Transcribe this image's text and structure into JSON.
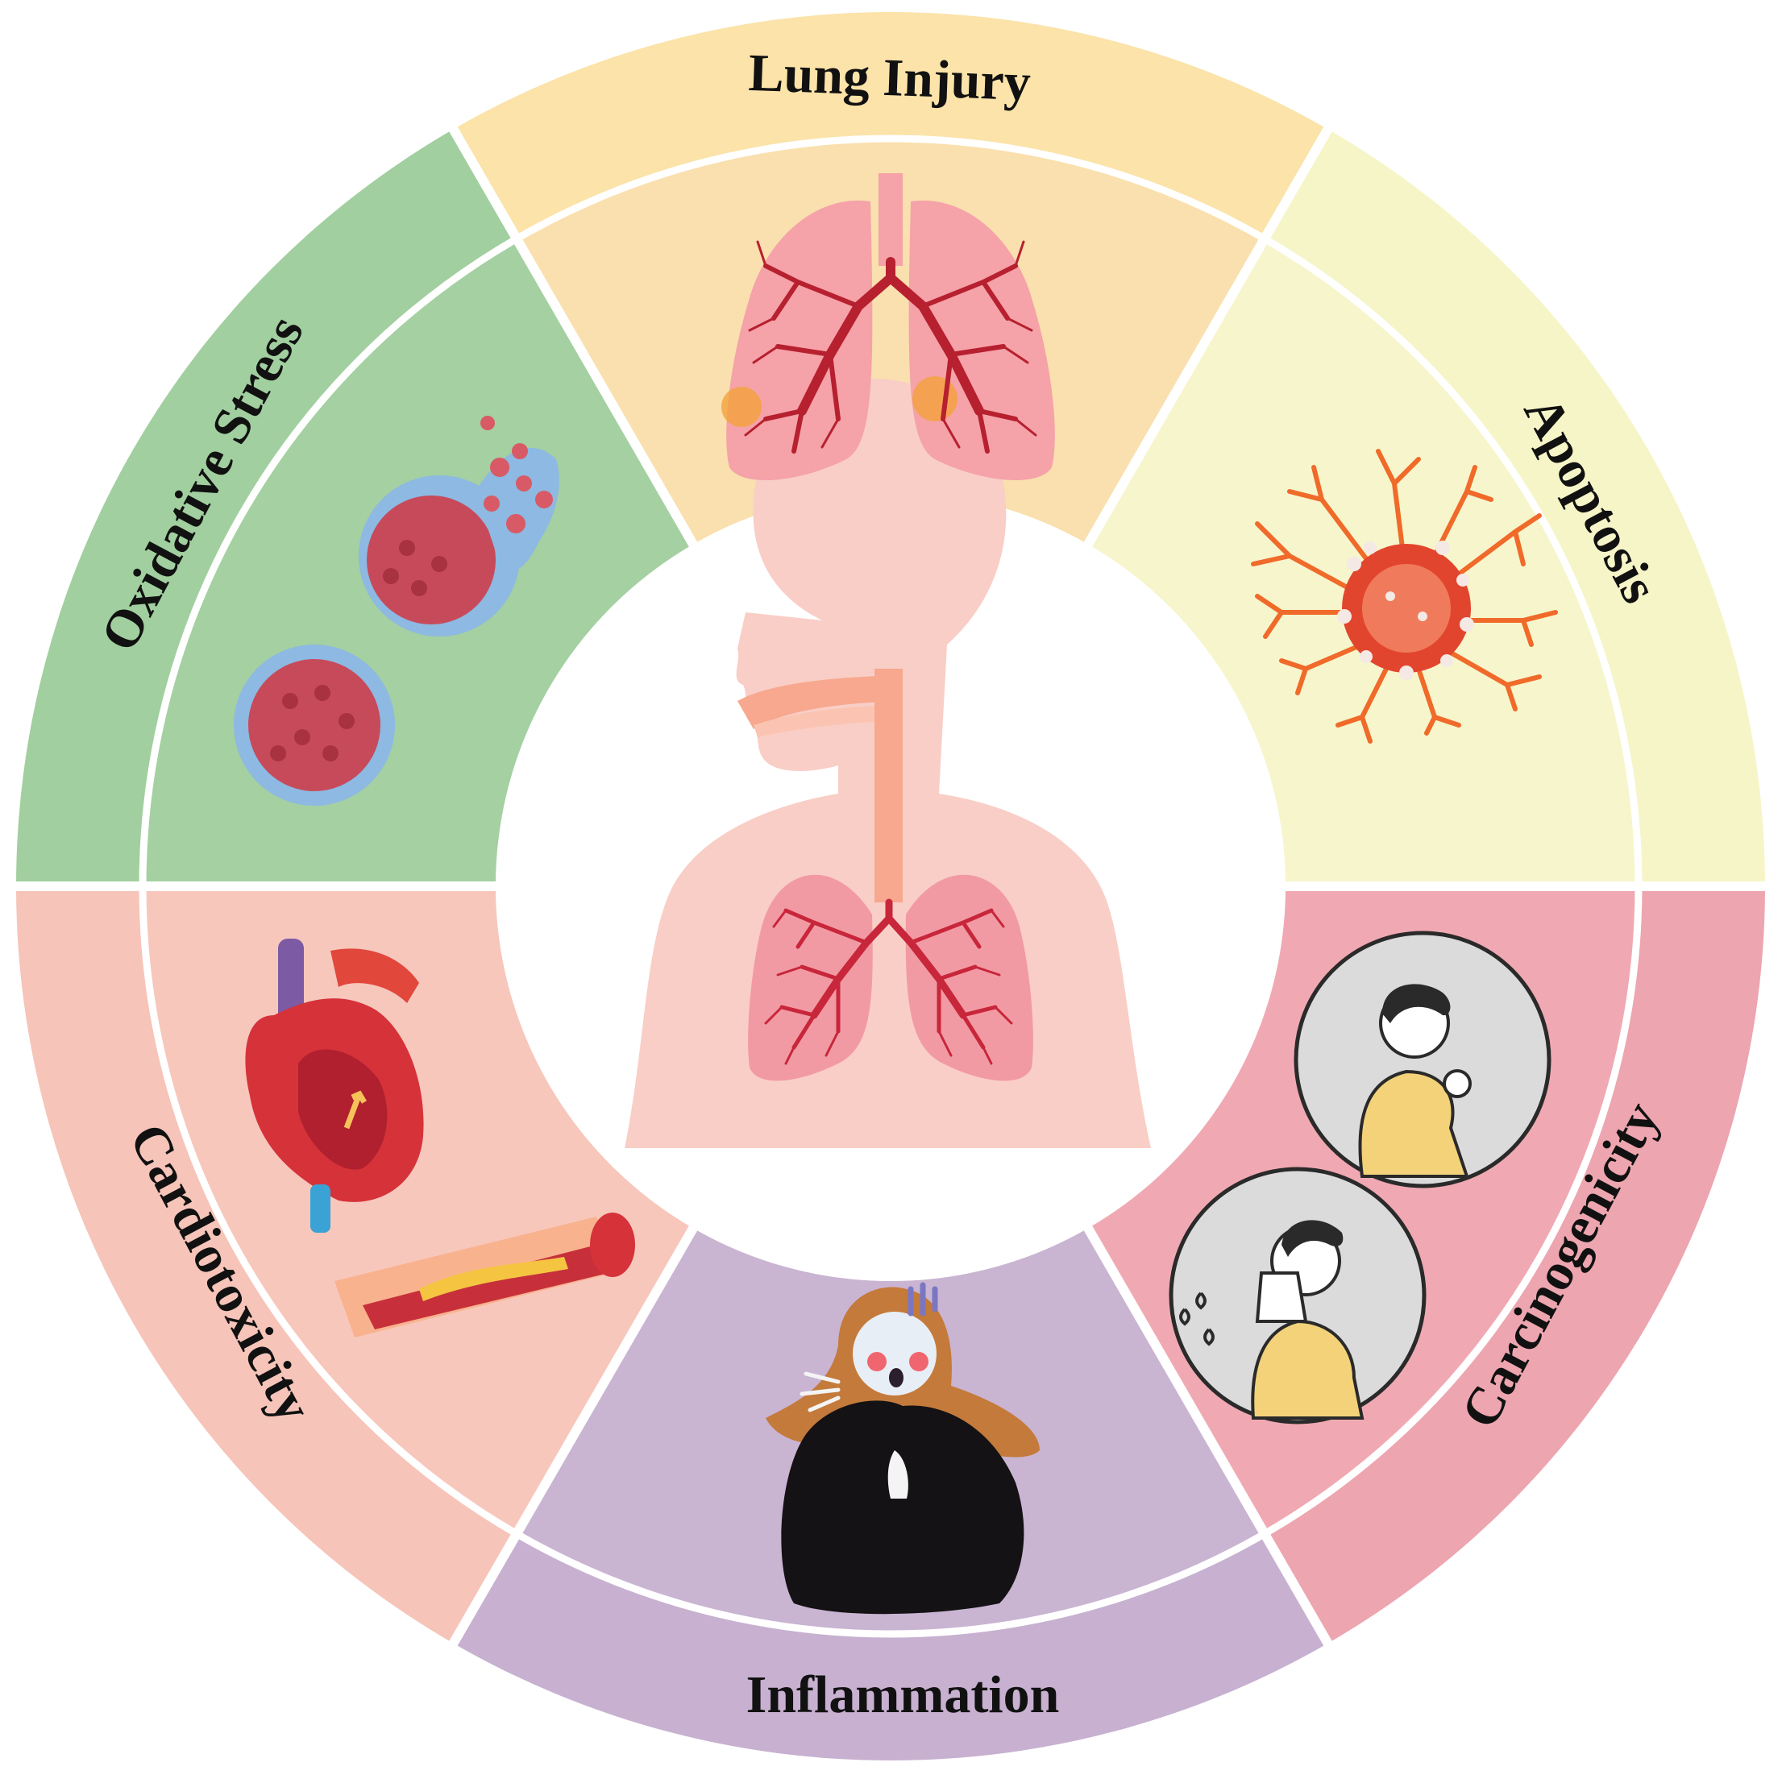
{
  "segments": [
    {
      "key": "lung",
      "label": "Lung Injury",
      "outer_color": "#FBE3A9",
      "inner_color": "#F9E0AE",
      "illustration": "lungs-illustration"
    },
    {
      "key": "apoptosis",
      "label": "Apoptosis",
      "outer_color": "#F6F5C8",
      "inner_color": "#F7F5CC",
      "illustration": "apoptotic-cell-illustration"
    },
    {
      "key": "carcinogenicity",
      "label": "Carcinogenicity",
      "outer_color": "#EDA5AF",
      "inner_color": "#F0A9B2",
      "illustration": "coughing-person-illustration"
    },
    {
      "key": "inflammation",
      "label": "Inflammation",
      "outer_color": "#C7B0D0",
      "inner_color": "#C9B4D2",
      "illustration": "sick-woman-illustration"
    },
    {
      "key": "cardiotoxicity",
      "label": "Cardiotoxicity",
      "outer_color": "#F6C4B9",
      "inner_color": "#F7C7BC",
      "illustration": "heart-and-artery-illustration"
    },
    {
      "key": "oxidative",
      "label": "Oxidative Stress",
      "outer_color": "#A1CF9F",
      "inner_color": "#A4D0A2",
      "illustration": "damaged-cells-illustration"
    }
  ],
  "center": {
    "illustration": "respiratory-system-silhouette",
    "body_color": "#F9CEC6",
    "airway_color": "#F7A88E"
  }
}
